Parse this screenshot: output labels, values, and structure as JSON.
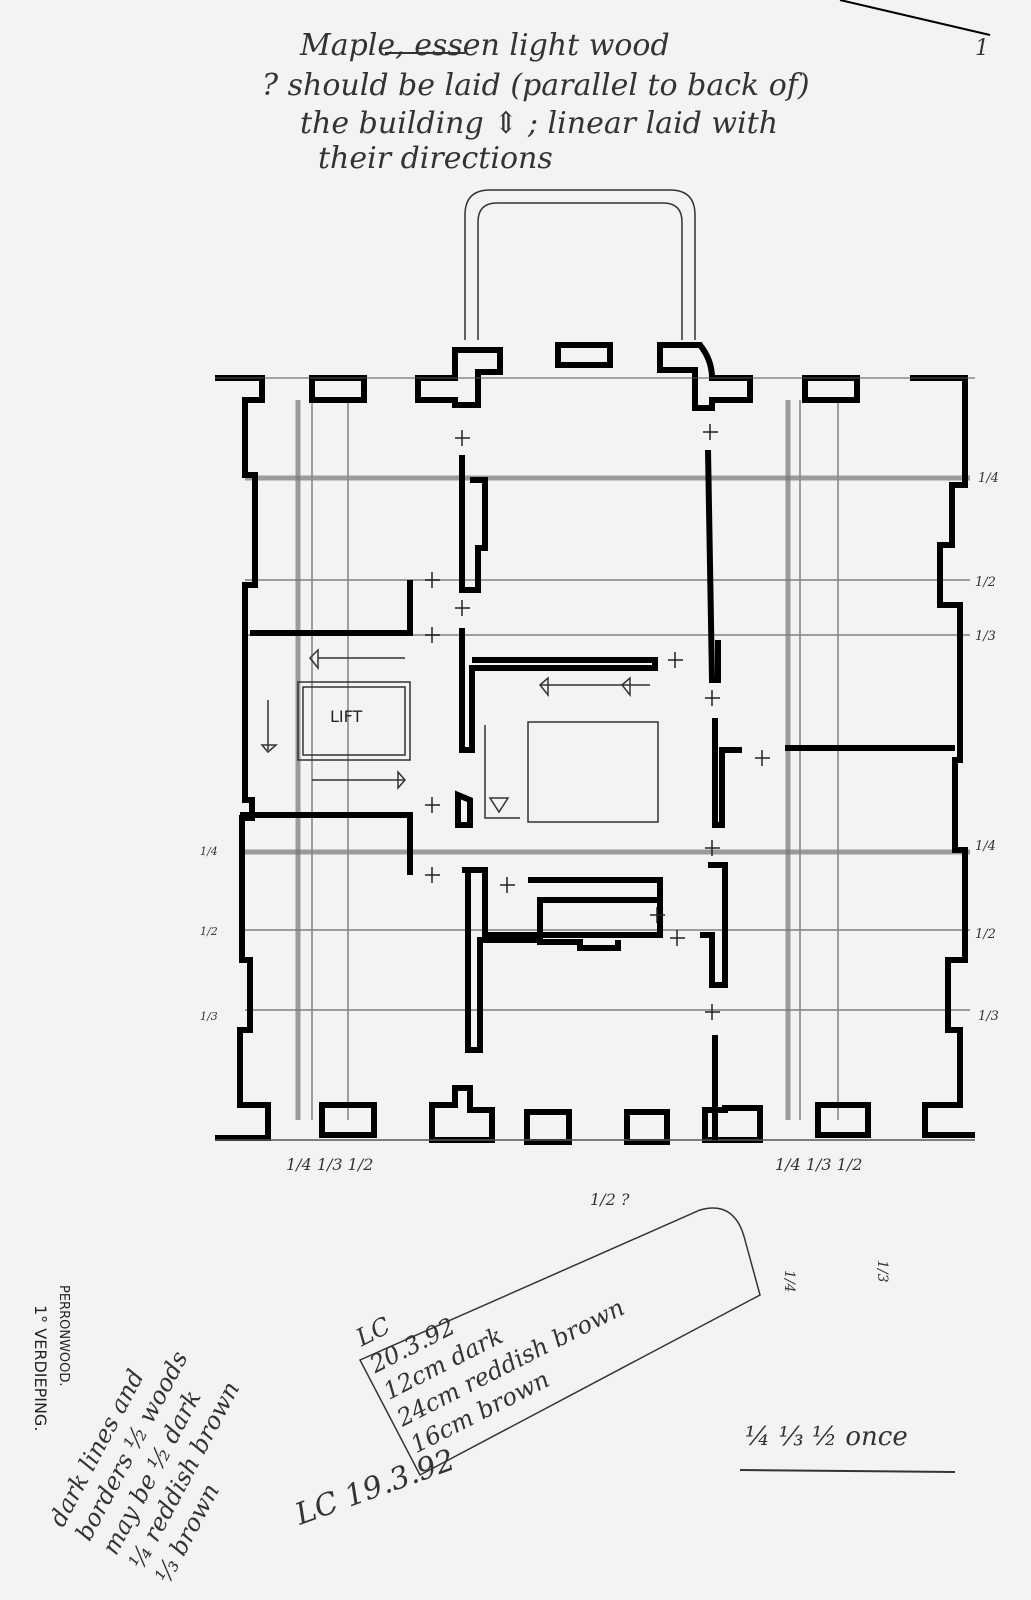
{
  "sheet_number": "1",
  "top_note": {
    "line1": "Maple, essen light wood",
    "line2": "? should be laid (parallel to back of)",
    "line3": "the building ⇕ ; linear laid with",
    "line4": "their directions"
  },
  "plan": {
    "lift_label": "LIFT",
    "right_fractions": [
      "1/4",
      "1/2",
      "1/3",
      "1/4",
      "1/2",
      "1/3"
    ],
    "left_fractions": [
      "1/4",
      "1/2",
      "1/3"
    ],
    "bottom_left_fractions": "1/4 1/3 1/2",
    "bottom_right_fractions": "1/4 1/3 1/2",
    "center_fraction": "1/2 ?",
    "side_fractions": [
      "1/4",
      "1/3"
    ]
  },
  "notes": {
    "floor_label": "1° VERDIEPING.",
    "wood_label": "PERRONWOOD.",
    "left_note": [
      "dark lines and",
      "borders ½ woods",
      "may be ½ dark",
      "¼ reddish brown",
      "⅓ brown"
    ],
    "box_note": [
      "LC",
      "20.3.92",
      "12cm dark",
      "24cm reddish brown",
      "16cm brown"
    ],
    "signature": "LC 19.3.92",
    "legend": "¼ ⅓ ½ once"
  }
}
